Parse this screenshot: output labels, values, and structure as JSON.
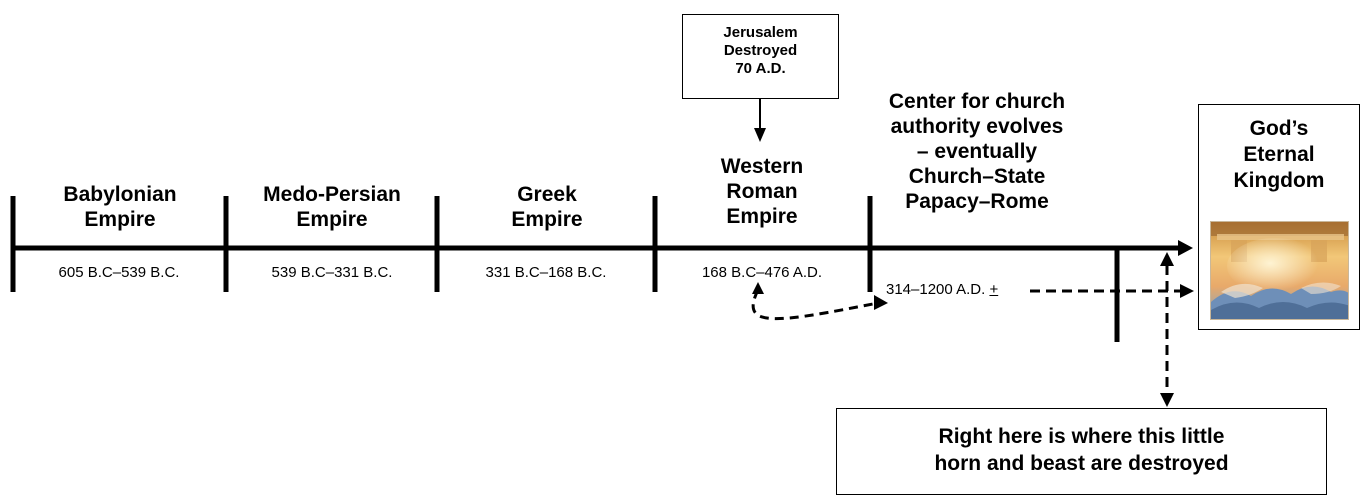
{
  "eras": [
    {
      "title": "Babylonian\nEmpire",
      "dates": "605 B.C–539 B.C."
    },
    {
      "title": "Medo-Persian\nEmpire",
      "dates": "539 B.C–331 B.C."
    },
    {
      "title": "Greek\nEmpire",
      "dates": "331 B.C–168 B.C."
    },
    {
      "title": "Western\nRoman\nEmpire",
      "dates": "168 B.C–476 A.D."
    },
    {
      "title": "Center for church\nauthority evolves\n– eventually\nChurch–State\nPapacy–Rome",
      "dates": "314–1200 A.D.",
      "dates_suffix": "+"
    }
  ],
  "jerusalem_box": "Jerusalem\nDestroyed\n70 A.D.",
  "kingdom_box": "God’s\nEternal\nKingdom",
  "destroy_box": "Right here is where this little\nhorn and beast are destroyed",
  "colors": {
    "line": "#000000",
    "box_border": "#000000"
  },
  "image": {
    "depicts": "heavenly city amid golden clouds"
  }
}
